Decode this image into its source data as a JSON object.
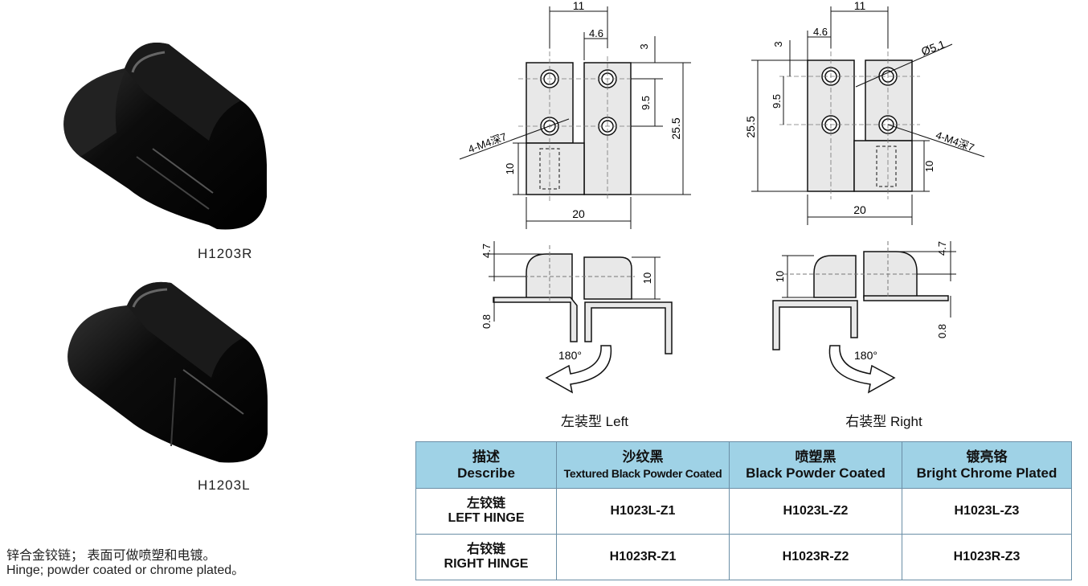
{
  "products": [
    {
      "code": "H1203R"
    },
    {
      "code": "H1203L"
    }
  ],
  "description": {
    "zh": "锌合金铰链； 表面可做喷塑和电镀。",
    "en": "Hinge; powder coated or chrome plated。"
  },
  "drawings": {
    "left": {
      "caption": "左装型 Left",
      "dims": {
        "d11": "11",
        "d46": "4.6",
        "d3": "3",
        "d95": "9.5",
        "d255": "25.5",
        "d10": "10",
        "d20": "20",
        "thread": "4-M4深7",
        "d47": "4.7",
        "d10b": "10",
        "d08": "0.8",
        "angle": "180°"
      }
    },
    "right": {
      "caption": "右装型 Right",
      "dims": {
        "d11": "11",
        "d46": "4.6",
        "d3": "3",
        "d95": "9.5",
        "d255": "25.5",
        "d10": "10",
        "d20": "20",
        "thread": "4-M4深7",
        "hole": "Ø5.1",
        "d47": "4.7",
        "d10b": "10",
        "d08": "0.8",
        "angle": "180°"
      }
    }
  },
  "table": {
    "headers": [
      {
        "zh": "描述",
        "en": "Describe"
      },
      {
        "zh": "沙纹黑",
        "en": "Textured Black Powder Coated"
      },
      {
        "zh": "喷塑黑",
        "en": "Black Powder Coated"
      },
      {
        "zh": "镀亮铬",
        "en": "Bright Chrome Plated"
      }
    ],
    "rows": [
      {
        "zh": "左铰链",
        "en": "LEFT HINGE",
        "cells": [
          "H1023L-Z1",
          "H1023L-Z2",
          "H1023L-Z3"
        ]
      },
      {
        "zh": "右铰链",
        "en": "RIGHT HINGE",
        "cells": [
          "H1023R-Z1",
          "H1023R-Z2",
          "H1023R-Z3"
        ]
      }
    ],
    "header_color": "#9fd2e6"
  }
}
